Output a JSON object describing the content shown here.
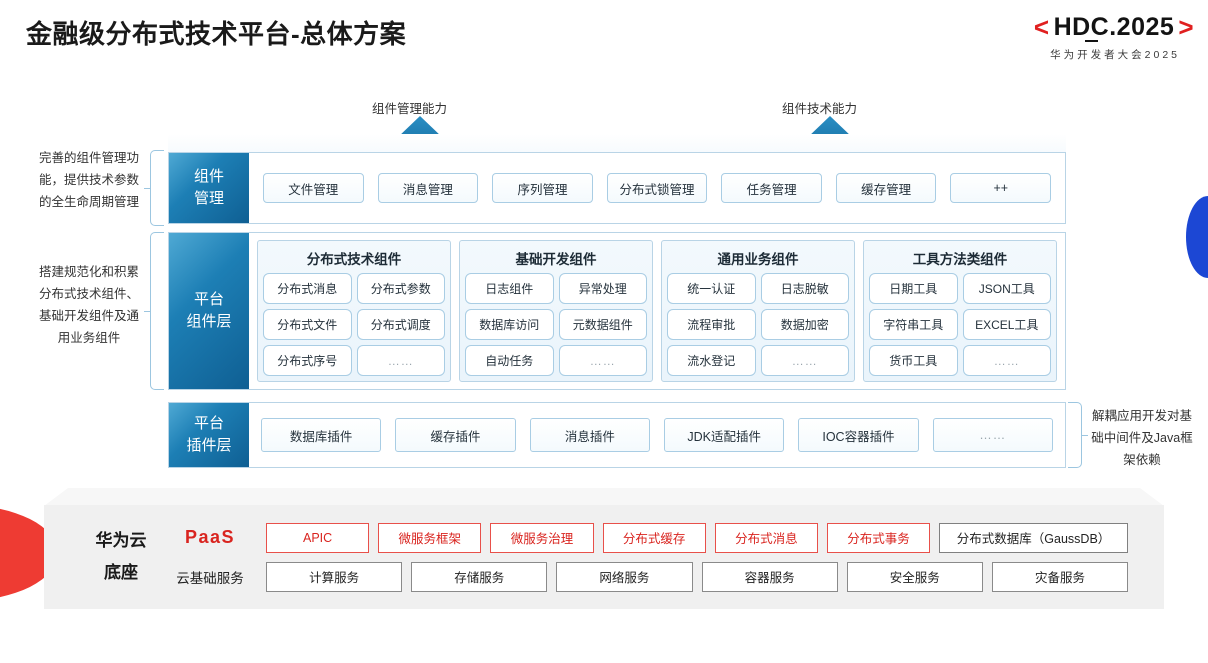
{
  "header": {
    "title": "金融级分布式技术平台-总体方案",
    "logo_bracket_left": "<",
    "logo_bracket_right": ">",
    "logo_main": "HDC.2025",
    "logo_sub": "华为开发者大会2025"
  },
  "arrows": [
    {
      "label": "组件管理能力",
      "name": "arrow-component-management-capability"
    },
    {
      "label": "组件技术能力",
      "name": "arrow-component-technical-capability"
    }
  ],
  "side_notes": {
    "left_top": "完善的组件管理功能，提供技术参数的全生命周期管理",
    "left_bottom": "搭建规范化和积累分布式技术组件、基础开发组件及通用业务组件",
    "right": "解耦应用开发对基础中间件及Java框架依赖"
  },
  "rows": {
    "component_management": {
      "label_line1": "组件",
      "label_line2": "管理",
      "chips": [
        "文件管理",
        "消息管理",
        "序列管理",
        "分布式锁管理",
        "任务管理",
        "缓存管理",
        "++"
      ]
    },
    "platform_component": {
      "label_line1": "平台",
      "label_line2": "组件层",
      "groups": [
        {
          "title": "分布式技术组件",
          "items": [
            "分布式消息",
            "分布式参数",
            "分布式文件",
            "分布式调度",
            "分布式序号",
            "……"
          ]
        },
        {
          "title": "基础开发组件",
          "items": [
            "日志组件",
            "异常处理",
            "数据库访问",
            "元数据组件",
            "自动任务",
            "……"
          ]
        },
        {
          "title": "通用业务组件",
          "items": [
            "统一认证",
            "日志脱敏",
            "流程审批",
            "数据加密",
            "流水登记",
            "……"
          ]
        },
        {
          "title": "工具方法类组件",
          "items": [
            "日期工具",
            "JSON工具",
            "字符串工具",
            "EXCEL工具",
            "货币工具",
            "……"
          ]
        }
      ]
    },
    "platform_plugin": {
      "label_line1": "平台",
      "label_line2": "插件层",
      "chips": [
        "数据库插件",
        "缓存插件",
        "消息插件",
        "JDK适配插件",
        "IOC容器插件",
        "……"
      ]
    }
  },
  "base": {
    "title_line1": "华为云",
    "title_line2": "底座",
    "paas_label": "PaaS",
    "cloud_label": "云基础服务",
    "paas_items": [
      "APIC",
      "微服务框架",
      "微服务治理",
      "分布式缓存",
      "分布式消息",
      "分布式事务"
    ],
    "paas_last_item": "分布式数据库（GaussDB）",
    "cloud_items": [
      "计算服务",
      "存储服务",
      "网络服务",
      "容器服务",
      "安全服务",
      "灾备服务"
    ]
  },
  "colors": {
    "accent_red": "#d9241f",
    "accent_blue": "#1d7fb5",
    "logo_red": "#e02020",
    "wedge_red": "#ee3b33",
    "lens_blue": "#1c47d4"
  }
}
